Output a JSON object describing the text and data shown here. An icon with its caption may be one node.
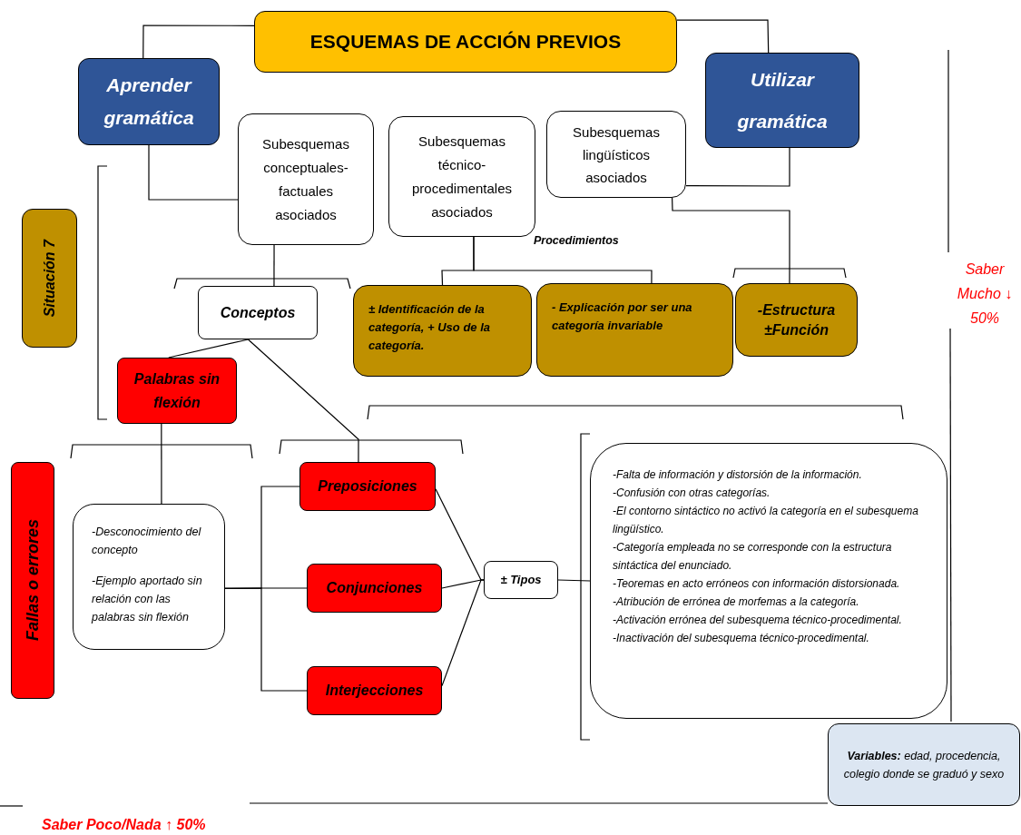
{
  "diagram": {
    "nodes": [
      {
        "text": [
          "ESQUEMAS DE ACCIÓN PREVIOS"
        ]
      },
      {
        "text": [
          "Aprender gramática"
        ]
      },
      {
        "text": [
          "Utilizar gramática"
        ]
      },
      {
        "text": [
          "Subesquemas conceptuales-factuales asociados"
        ]
      },
      {
        "text": [
          "Subesquemas técnico-procedimentales asociados"
        ]
      },
      {
        "text": [
          "Subesquemas lingüísticos asociados"
        ]
      },
      {
        "text": [
          "Situación 7"
        ]
      },
      {
        "text": [
          "Conceptos"
        ]
      },
      {
        "text": [
          "± Identificación de la categoría, + Uso de la categoría."
        ]
      },
      {
        "text": [
          "- Explicación por ser una categoría invariable"
        ]
      },
      {
        "text": [
          "-Estructura ±Función"
        ]
      },
      {
        "text": [
          "Palabras sin flexión"
        ]
      },
      {
        "text": [
          "Fallas o errores"
        ]
      },
      {
        "text": [
          "-Desconocimiento del concepto",
          "-Ejemplo aportado sin relación con las palabras sin flexión"
        ]
      },
      {
        "text": [
          "Preposiciones"
        ]
      },
      {
        "text": [
          "Conjunciones"
        ]
      },
      {
        "text": [
          "Interjecciones"
        ]
      },
      {
        "text": [
          "± Tipos"
        ]
      },
      {
        "text": [
          "-Falta de información y distorsión de la información.",
          "-Confusión con otras categorías.",
          "-El contorno sintáctico no activó la categoría en el subesquema lingüístico.",
          "-Categoría empleada no se corresponde con la estructura sintáctica del enunciado.",
          "-Teoremas en acto erróneos con información distorsionada.",
          "-Atribución de errónea de morfemas a la categoría.",
          "-Activación errónea del subesquema técnico-procedimental.",
          "-Inactivación del subesquema técnico-procedimental."
        ]
      },
      {
        "text": [
          "**Variables:** edad, procedencia, colegio donde se graduó y sexo"
        ]
      }
    ],
    "edges": [
      {
        "from": 0,
        "to": 1,
        "arrow": "none"
      },
      {
        "from": 0,
        "to": 2,
        "arrow": "none"
      },
      {
        "from": 1,
        "to": 3,
        "arrow": "none"
      },
      {
        "from": 2,
        "to": 5,
        "arrow": "none"
      },
      {
        "from": 5,
        "to": 10,
        "arrow": "none"
      },
      {
        "from": 3,
        "to": 7,
        "arrow": "none"
      },
      {
        "from": 4,
        "to": 8,
        "arrow": "none"
      },
      {
        "from": 4,
        "to": 9,
        "arrow": "none"
      },
      {
        "from": 7,
        "to": 11,
        "arrow": "none"
      },
      {
        "from": 7,
        "to": 14,
        "arrow": "none"
      },
      {
        "from": 11,
        "to": 13,
        "arrow": "none"
      },
      {
        "from": 13,
        "to": 14,
        "arrow": "none"
      },
      {
        "from": 13,
        "to": 15,
        "arrow": "none"
      },
      {
        "from": 13,
        "to": 16,
        "arrow": "none"
      },
      {
        "from": 14,
        "to": 17,
        "arrow": "none"
      },
      {
        "from": 15,
        "to": 17,
        "arrow": "none"
      },
      {
        "from": 16,
        "to": 17,
        "arrow": "none"
      },
      {
        "from": 17,
        "to": 18,
        "arrow": "none"
      }
    ],
    "labels": [
      "Procedimientos",
      "Saber Mucho ↓ 50%",
      "Saber Poco/Nada ↑ 50%"
    ]
  }
}
